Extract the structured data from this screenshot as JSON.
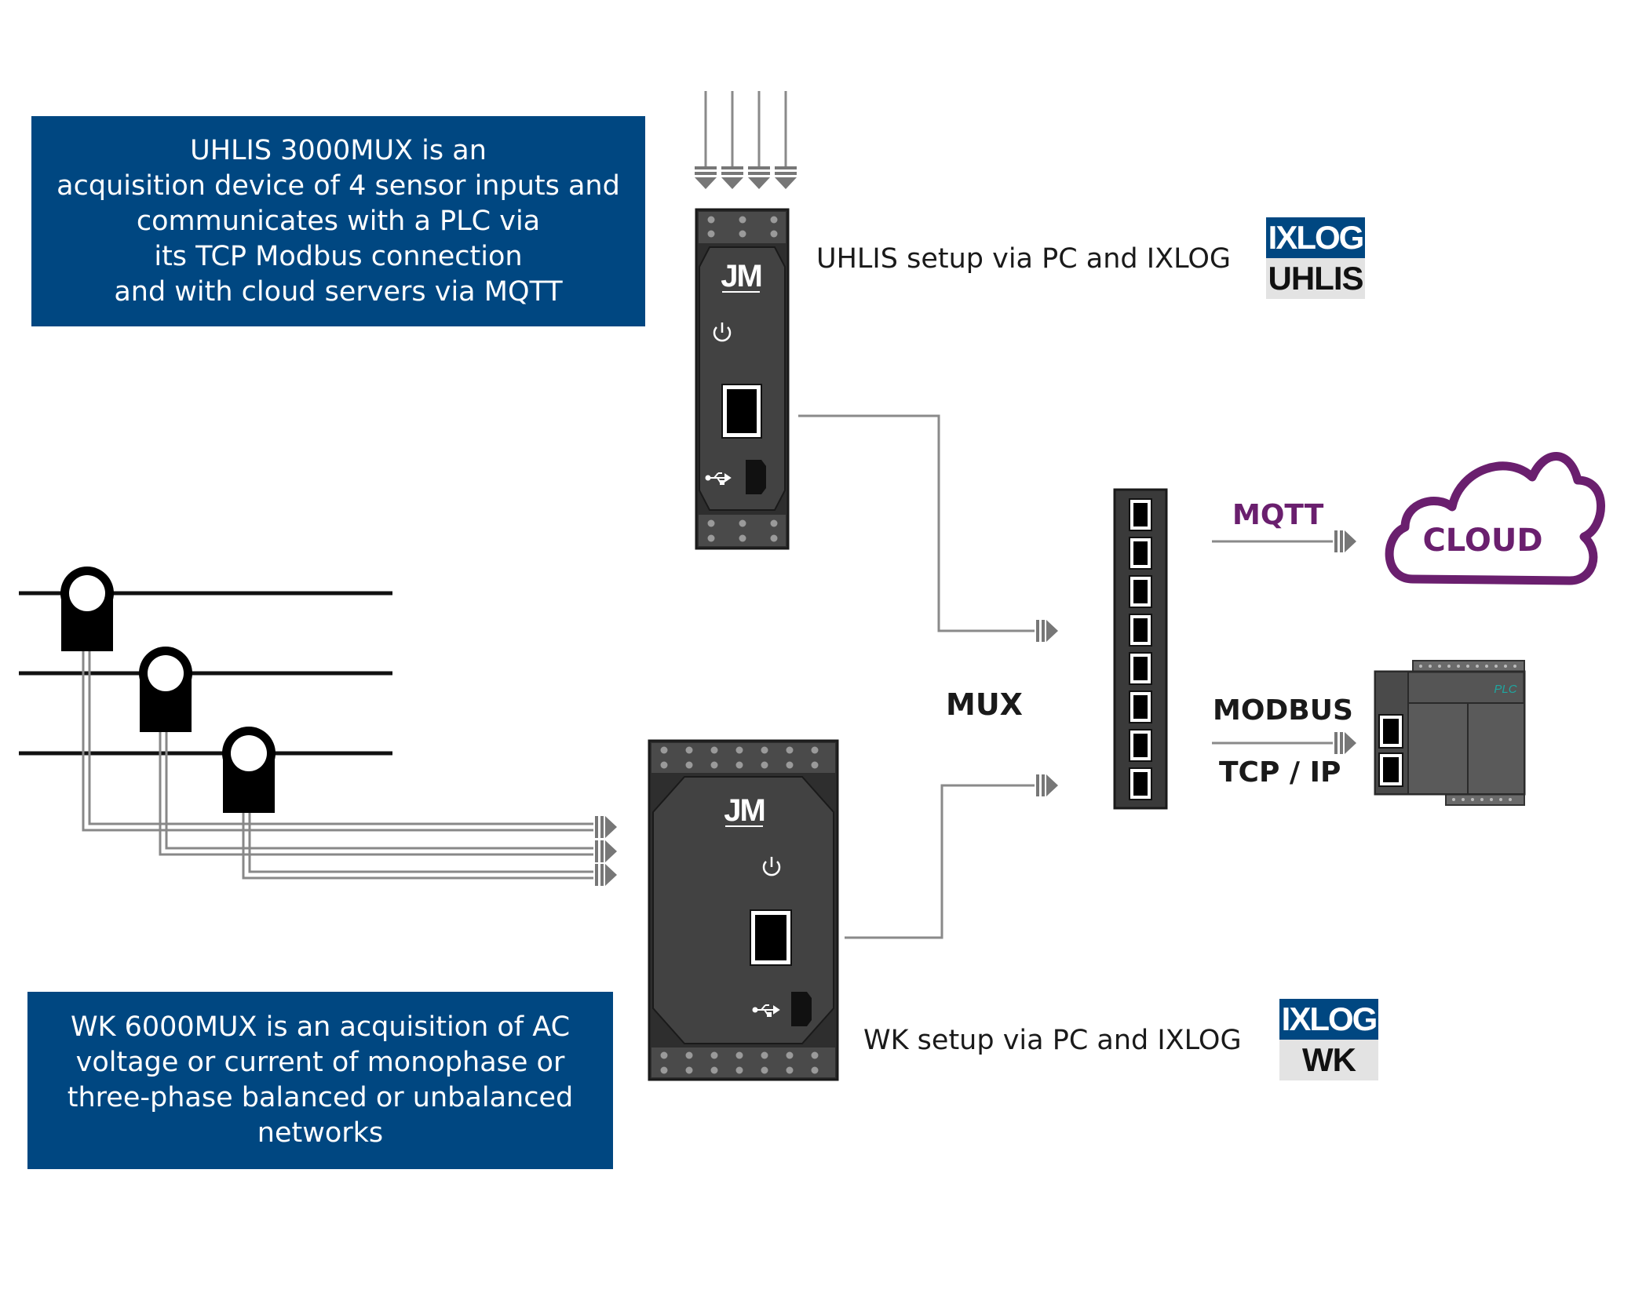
{
  "uhlis_info": {
    "text": "UHLIS 3000MUX is an\nacquisition device of 4 sensor inputs and\ncommunicates with a PLC via\nits TCP Modbus connection\nand with cloud servers via MQTT"
  },
  "wk_info": {
    "text": "WK 6000MUX is an acquisition of AC\nvoltage or current of monophase or\nthree-phase balanced or unbalanced\nnetworks"
  },
  "uhlis_setup": {
    "text": "UHLIS setup via PC and IXLOG",
    "badge_top": "IXLOG",
    "badge_bottom": "UHLIS"
  },
  "wk_setup": {
    "text": "WK setup via PC and IXLOG",
    "badge_top": "IXLOG",
    "badge_bottom": "WK"
  },
  "device_logo": "JM",
  "mux_label": "MUX",
  "mqtt_label": "MQTT",
  "cloud_label": "CLOUD",
  "modbus_label": "MODBUS",
  "tcp_label": "TCP / IP",
  "plc_label": "PLC",
  "colors": {
    "box_blue": "#004781",
    "cloud_purple": "#6a1f6e",
    "device_dark": "#3d3d3d",
    "wire_gray": "#7a7a7a",
    "plc_teal": "#1fa6a0"
  }
}
